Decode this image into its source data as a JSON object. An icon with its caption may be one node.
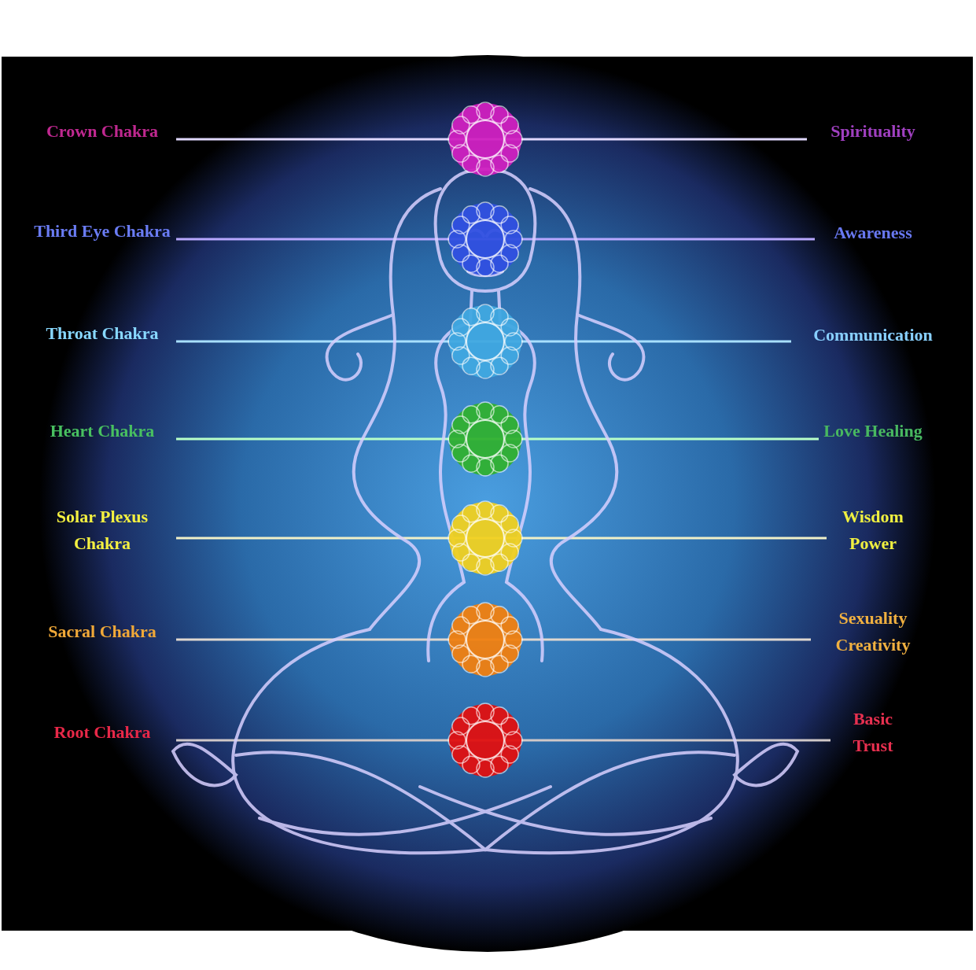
{
  "diagram": {
    "nodes": [
      {
        "text": [
          "Crown Chakra"
        ]
      },
      {
        "text": [
          "Third Eye Chakra"
        ]
      },
      {
        "text": [
          "Throat Chakra"
        ]
      },
      {
        "text": [
          "Heart Chakra"
        ]
      },
      {
        "text": [
          "Solar Plexus Chakra"
        ]
      },
      {
        "text": [
          "Sacral Chakra"
        ]
      },
      {
        "text": [
          "Root Chakra"
        ]
      },
      {
        "text": [
          "Spirituality"
        ]
      },
      {
        "text": [
          "Awareness"
        ]
      },
      {
        "text": [
          "Communication"
        ]
      },
      {
        "text": [
          "Love Healing"
        ]
      },
      {
        "text": [
          "Wisdom Power"
        ]
      },
      {
        "text": [
          "Sexuality Creativity"
        ]
      },
      {
        "text": [
          "Basic Trust"
        ]
      }
    ],
    "edges": [
      {
        "from": 0,
        "to": 7,
        "arrow": "none"
      },
      {
        "from": 1,
        "to": 8,
        "arrow": "none"
      },
      {
        "from": 2,
        "to": 9,
        "arrow": "none"
      },
      {
        "from": 3,
        "to": 10,
        "arrow": "none"
      },
      {
        "from": 4,
        "to": 11,
        "arrow": "none"
      },
      {
        "from": 5,
        "to": 12,
        "arrow": "none"
      },
      {
        "from": 6,
        "to": 13,
        "arrow": "none"
      }
    ]
  }
}
